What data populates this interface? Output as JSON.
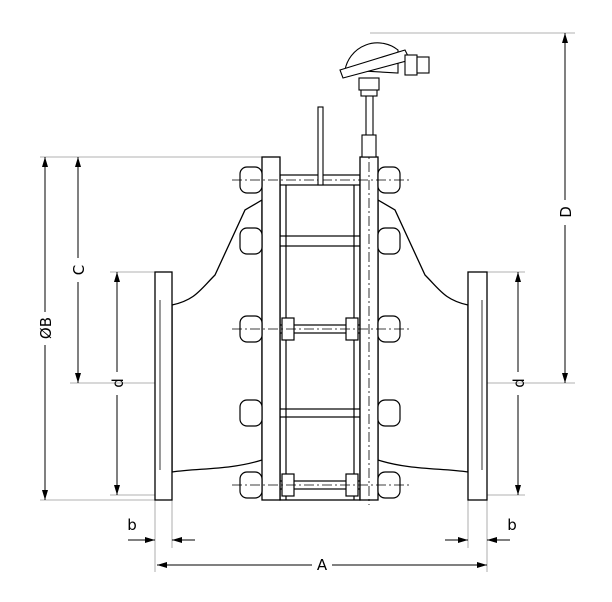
{
  "labels": {
    "D": "D",
    "C": "C",
    "B": "ØB",
    "d_left": "d",
    "d_right": "d",
    "b_left": "b",
    "b_right": "b",
    "A": "A"
  },
  "colors": {
    "line": "#000000",
    "thin": "#888888"
  }
}
